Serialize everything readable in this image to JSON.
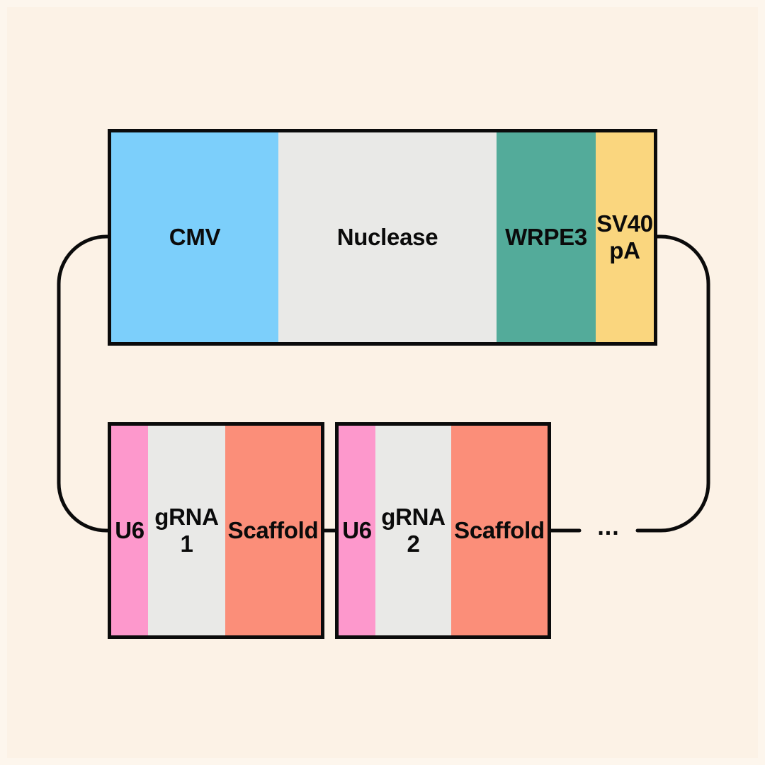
{
  "colors": {
    "background": "#FCF2E6",
    "edge_tint": "#FDF6ED",
    "line": "#0B0B0B",
    "text": "#0B0B0B"
  },
  "top_construct": {
    "segments": [
      {
        "label": "CMV",
        "color": "#7CCFFB"
      },
      {
        "label": "Nuclease",
        "color": "#E9E9E7"
      },
      {
        "label": "WRPE3",
        "color": "#53AB9A"
      },
      {
        "label": "SV40\npA",
        "color": "#FAD67E"
      }
    ]
  },
  "grna_cassette_1": {
    "segments": [
      {
        "label": "U6",
        "color": "#FD98CC"
      },
      {
        "label": "gRNA\n1",
        "color": "#E9E9E7"
      },
      {
        "label": "Scaffold",
        "color": "#FB8E79"
      }
    ]
  },
  "grna_cassette_2": {
    "segments": [
      {
        "label": "U6",
        "color": "#FD98CC"
      },
      {
        "label": "gRNA\n2",
        "color": "#E9E9E7"
      },
      {
        "label": "Scaffold",
        "color": "#FB8E79"
      }
    ]
  },
  "ellipsis": "..."
}
